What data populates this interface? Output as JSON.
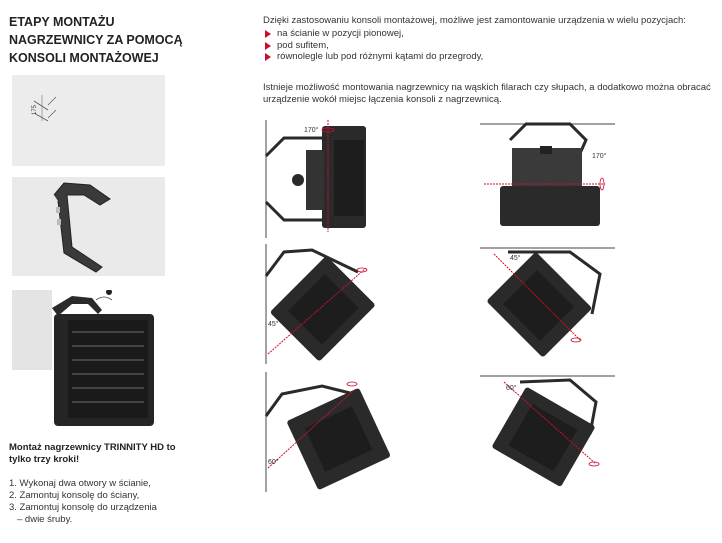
{
  "title": {
    "line1": "ETAPY MONTAŻU",
    "line2": "NAGRZEWNICY ZA POMOCĄ",
    "line3": "KONSOLI MONTAŻOWEJ"
  },
  "photos": {
    "wall_dimension": "175"
  },
  "left_text": {
    "note": "Montaż nagrzewnicy TRINNITY HD to tylko trzy kroki!",
    "steps": [
      "1. Wykonaj dwa otwory w ścianie,",
      "2. Zamontuj konsolę do ściany,",
      "3. Zamontuj konsolę do urządzenia",
      "– dwie śruby."
    ]
  },
  "right_text": {
    "intro": "Dzięki zastosowaniu konsoli montażowej, możliwe jest zamontowanie urządzenia w wielu pozycjach:",
    "bullets": [
      "na ścianie w pozycji pionowej,",
      "pod sufitem,",
      "równolegle lub pod różnymi kątami do przegrody,"
    ],
    "paragraph": "Istnieje możliwość montowania nagrzewnicy na wąskich filarach czy słupach, a dodatkowo można obracać urządzenie wokół miejsc łączenia konsoli z nagrzewnicą."
  },
  "diagrams": {
    "d1_angle": "170°",
    "d2_angle": "170°",
    "d3_angle": "45°",
    "d4_angle": "45°",
    "d5_angle": "60°",
    "d6_angle": "60°"
  },
  "colors": {
    "accent": "#c8102e",
    "device": "#2b2b2b",
    "text": "#333333"
  }
}
